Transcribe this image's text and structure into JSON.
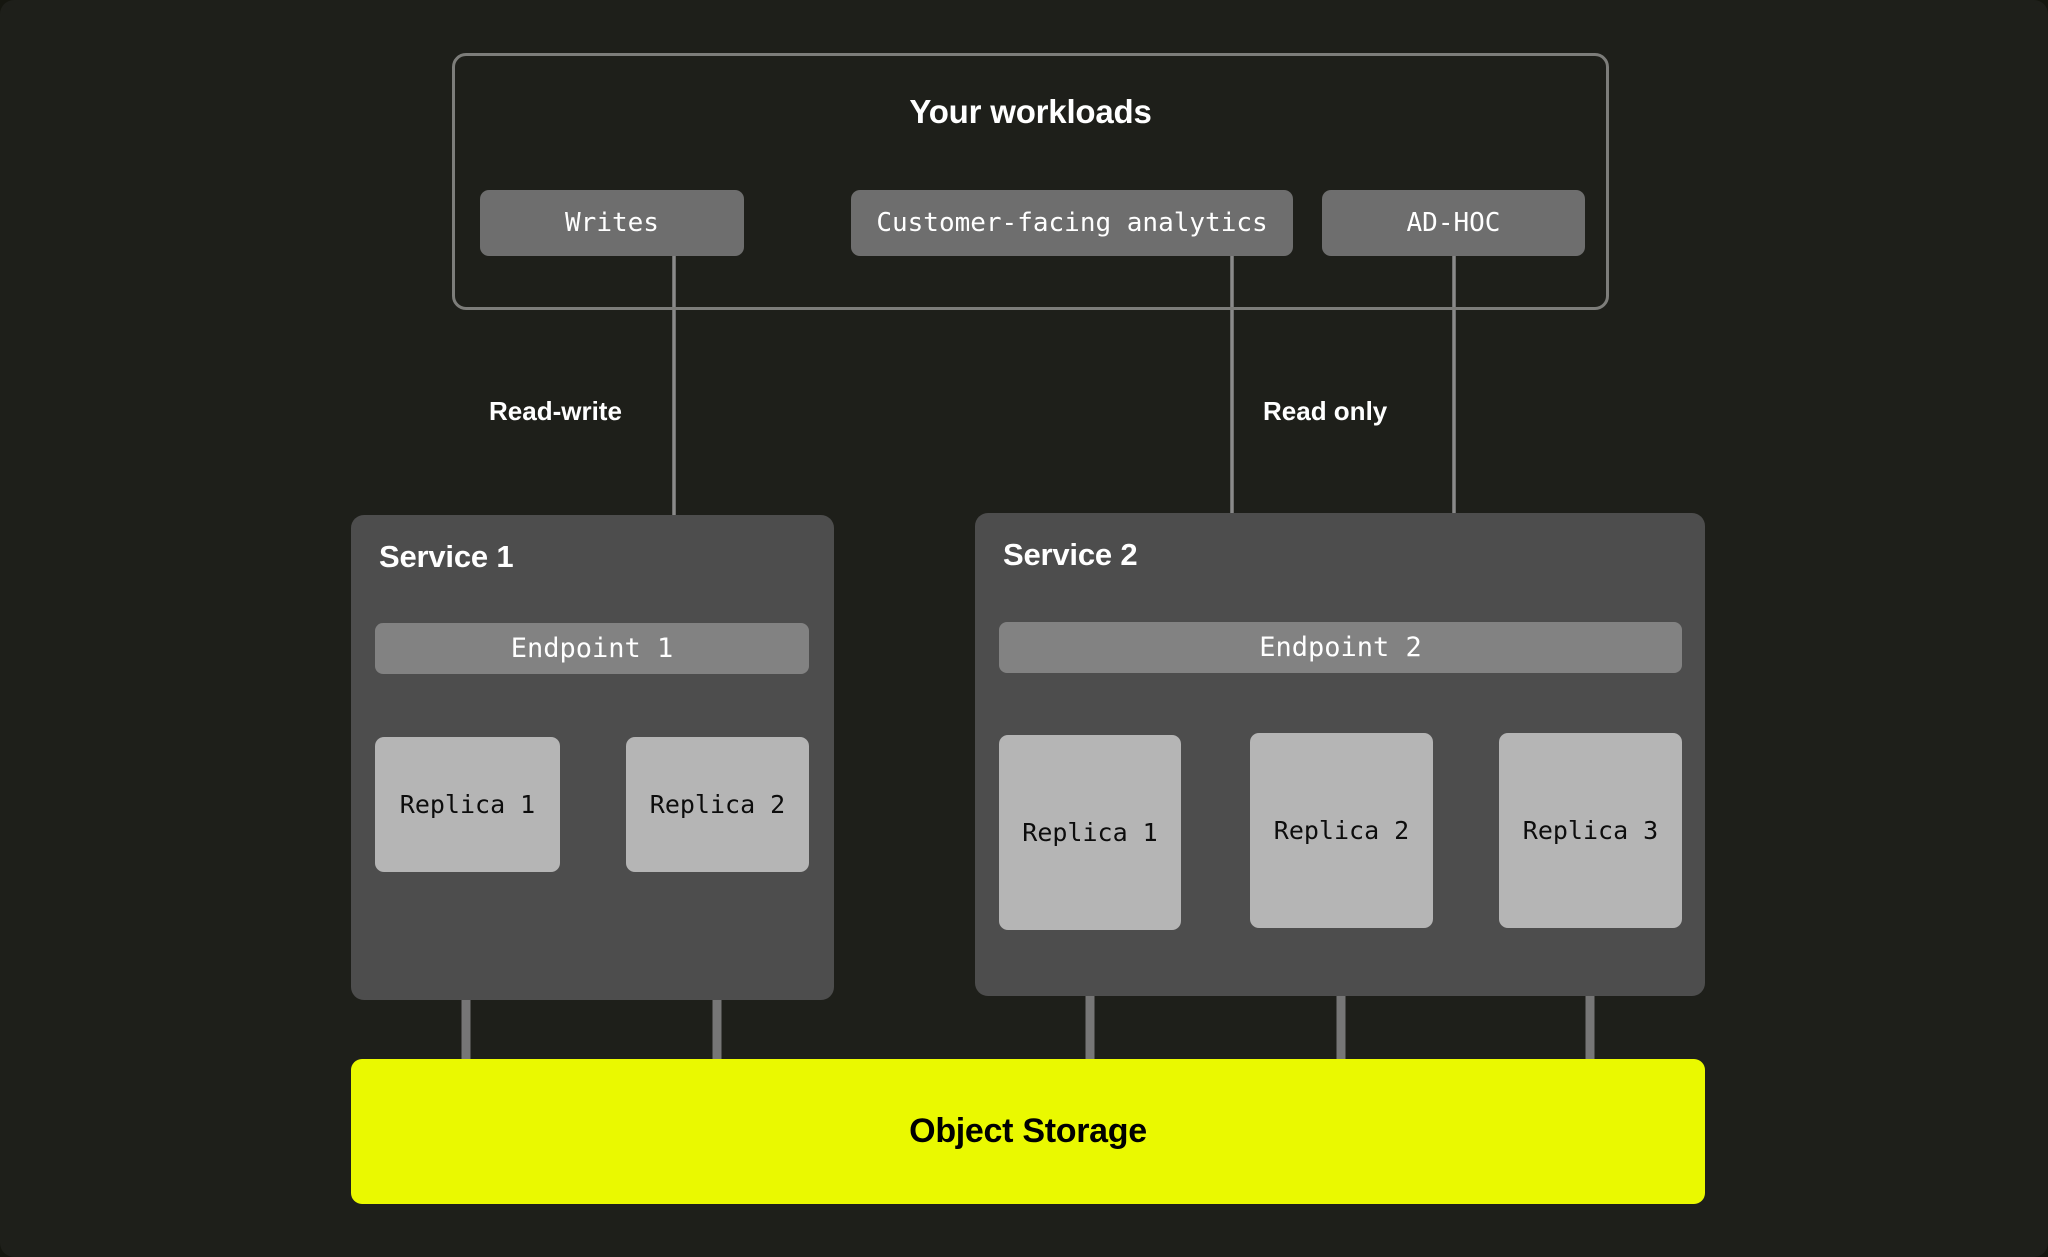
{
  "diagram": {
    "type": "architecture-diagram",
    "background_color": "#1e1f1a",
    "workloads": {
      "title": "Your workloads",
      "border_color": "#7d7d7a",
      "chips": [
        {
          "id": "writes",
          "label": "Writes"
        },
        {
          "id": "customer",
          "label": "Customer-facing analytics"
        },
        {
          "id": "adhoc",
          "label": "AD-HOC"
        }
      ]
    },
    "flows": [
      {
        "id": "read-write",
        "label": "Read-write",
        "from": "writes",
        "to": "endpoint-1"
      },
      {
        "id": "read-only",
        "label": "Read only",
        "from": "customer",
        "to": "endpoint-2"
      }
    ],
    "services": [
      {
        "id": "service-1",
        "title": "Service 1",
        "panel_color": "#4d4d4d",
        "endpoint": {
          "label": "Endpoint 1",
          "color": "#828282"
        },
        "replicas": [
          {
            "label": "Replica 1"
          },
          {
            "label": "Replica 2"
          }
        ]
      },
      {
        "id": "service-2",
        "title": "Service 2",
        "panel_color": "#4d4d4d",
        "endpoint": {
          "label": "Endpoint 2",
          "color": "#828282"
        },
        "replicas": [
          {
            "label": "Replica 1"
          },
          {
            "label": "Replica 2"
          },
          {
            "label": "Replica 3"
          }
        ]
      }
    ],
    "storage": {
      "label": "Object Storage",
      "color": "#eaf900",
      "text_color": "#000000"
    },
    "connector_color": "#8a8a8a"
  }
}
